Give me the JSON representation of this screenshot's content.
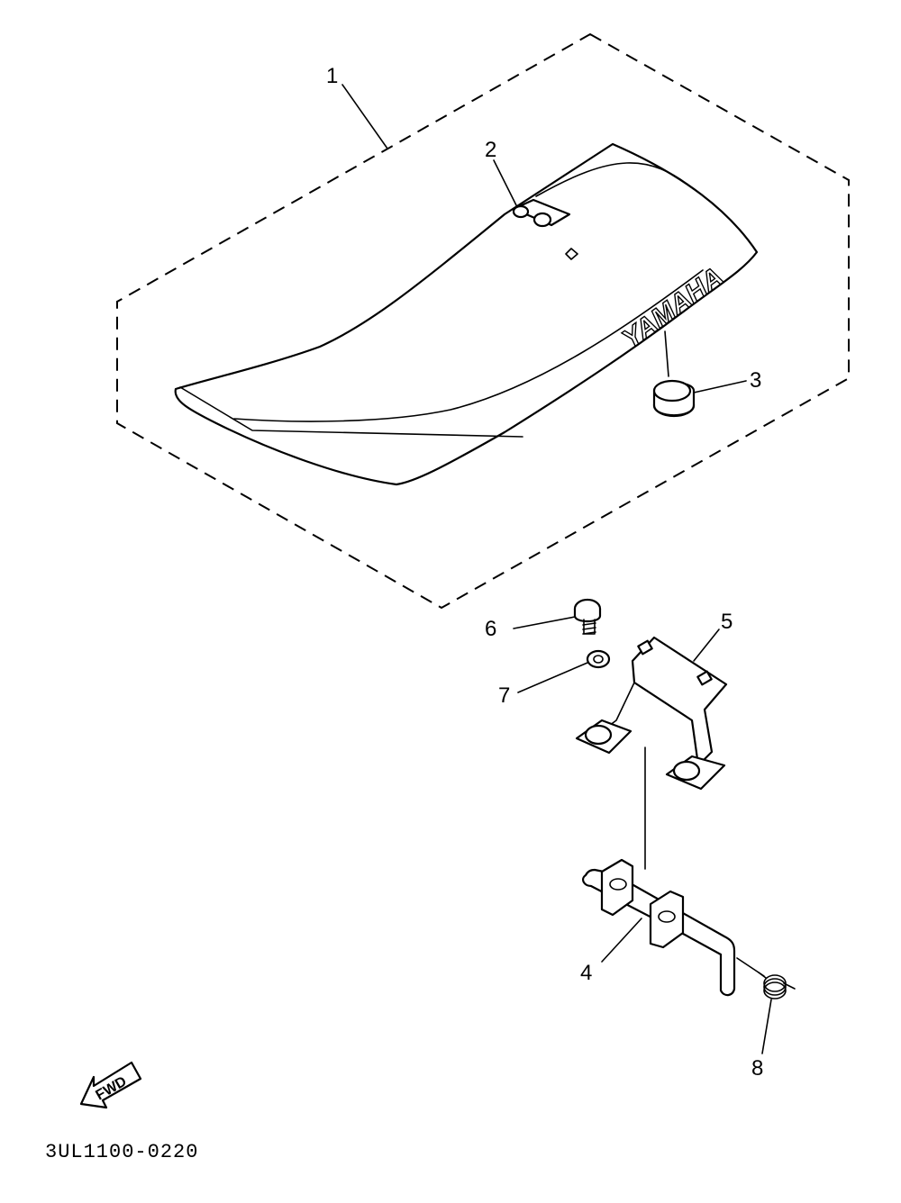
{
  "diagram": {
    "callouts": [
      {
        "id": "1",
        "label": "1"
      },
      {
        "id": "2",
        "label": "2"
      },
      {
        "id": "3",
        "label": "3"
      },
      {
        "id": "4",
        "label": "4"
      },
      {
        "id": "5",
        "label": "5"
      },
      {
        "id": "6",
        "label": "6"
      },
      {
        "id": "7",
        "label": "7"
      },
      {
        "id": "8",
        "label": "8"
      }
    ],
    "seat_brand": "YAMAHA",
    "direction_label": "FWD",
    "drawing_code": "3UL1100-0220"
  }
}
